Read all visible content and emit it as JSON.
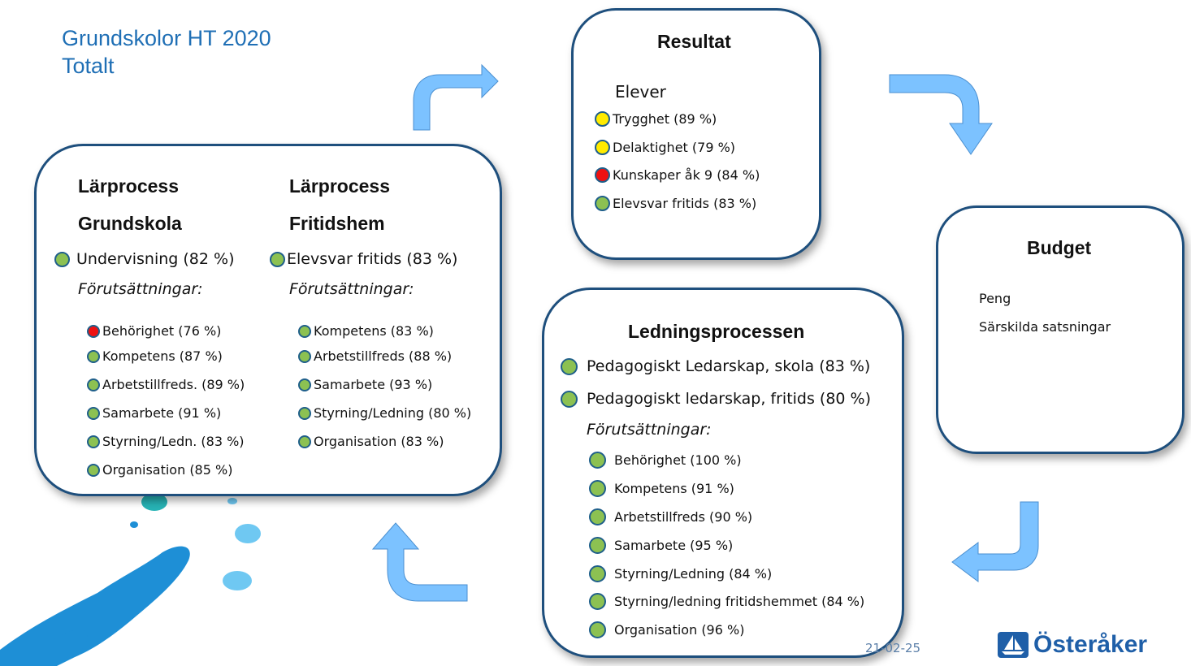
{
  "title": {
    "line1": "Grundskolor HT 2020",
    "line2": "Totalt"
  },
  "larprocess": {
    "col1": {
      "heading1": "Lärprocess",
      "heading2": "Grundskola",
      "main": {
        "label": "Undervisning (82 %)",
        "status": "green"
      },
      "prereq_label": "Förutsättningar:",
      "items": [
        {
          "label": "Behörighet (76 %)",
          "status": "red"
        },
        {
          "label": "Kompetens (87 %)",
          "status": "green"
        },
        {
          "label": "Arbetstillfreds. (89 %)",
          "status": "green"
        },
        {
          "label": "Samarbete (91 %)",
          "status": "green"
        },
        {
          "label": "Styrning/Ledn. (83 %)",
          "status": "green"
        },
        {
          "label": "Organisation (85 %)",
          "status": "green"
        }
      ]
    },
    "col2": {
      "heading1": "Lärprocess",
      "heading2": "Fritidshem",
      "main": {
        "label": "Elevsvar fritids (83 %)",
        "status": "green"
      },
      "prereq_label": "Förutsättningar:",
      "items": [
        {
          "label": "Kompetens (83 %)",
          "status": "green"
        },
        {
          "label": "Arbetstillfreds (88 %)",
          "status": "green"
        },
        {
          "label": "Samarbete (93 %)",
          "status": "green"
        },
        {
          "label": "Styrning/Ledning (80 %)",
          "status": "green"
        },
        {
          "label": "Organisation (83 %)",
          "status": "green"
        }
      ]
    }
  },
  "resultat": {
    "heading": "Resultat",
    "subheading": "Elever",
    "items": [
      {
        "label": "Trygghet (89 %)",
        "status": "yellow"
      },
      {
        "label": "Delaktighet (79 %)",
        "status": "yellow"
      },
      {
        "label": "Kunskaper åk 9 (84 %)",
        "status": "red"
      },
      {
        "label": "Elevsvar fritids (83 %)",
        "status": "green"
      }
    ]
  },
  "budget": {
    "heading": "Budget",
    "items": [
      "Peng",
      "Särskilda satsningar"
    ]
  },
  "ledning": {
    "heading": "Ledningsprocessen",
    "main": [
      {
        "label": "Pedagogiskt Ledarskap, skola (83 %)",
        "status": "green"
      },
      {
        "label": "Pedagogiskt ledarskap, fritids (80 %)",
        "status": "green"
      }
    ],
    "prereq_label": "Förutsättningar:",
    "items": [
      {
        "label": "Behörighet  (100 %)",
        "status": "green"
      },
      {
        "label": "Kompetens (91 %)",
        "status": "green"
      },
      {
        "label": "Arbetstillfreds (90 %)",
        "status": "green"
      },
      {
        "label": "Samarbete (95 %)",
        "status": "green"
      },
      {
        "label": "Styrning/Ledning (84 %)",
        "status": "green"
      },
      {
        "label": "Styrning/ledning fritidshemmet (84 %)",
        "status": "green"
      },
      {
        "label": "Organisation (96 %)",
        "status": "green"
      }
    ]
  },
  "footer": {
    "date": "21-02-25",
    "logo_text": "Österåker"
  },
  "colors": {
    "title": "#1f6fb5",
    "box_border": "#1e4f7d",
    "arrow": "#7cc2ff",
    "green": "#8cc152",
    "yellow": "#ffeb00",
    "red": "#ee1111",
    "splash": "#1e8fd6"
  }
}
